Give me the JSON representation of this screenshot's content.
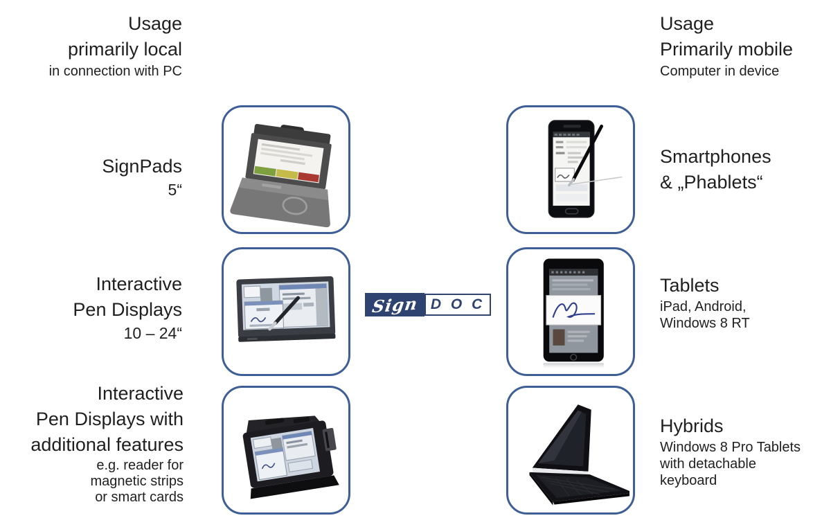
{
  "colors": {
    "box_border": "#3e5e96",
    "text": "#1f1f1f",
    "logo_navy": "#2e4370",
    "signature_blue": "#2f3f8f",
    "signpad_button_green": "#7fa03e",
    "signpad_button_yellow": "#c5bb4a",
    "signpad_button_red": "#a83a31"
  },
  "headers": {
    "left": {
      "line1": "Usage",
      "line2": "primarily local",
      "line3": "in connection with PC"
    },
    "right": {
      "line1": "Usage",
      "line2": "Primarily mobile",
      "line3": "Computer in device"
    }
  },
  "logo": {
    "sign_text": "Sign",
    "doc_text": "D O C"
  },
  "left_column": {
    "items": [
      {
        "device": "signpad",
        "title_lines": [
          "SignPads"
        ],
        "sub_lines": [
          "5“"
        ]
      },
      {
        "device": "interactive-pen-display",
        "title_lines": [
          "Interactive",
          "Pen Displays"
        ],
        "sub_lines": [
          "10 – 24“"
        ]
      },
      {
        "device": "pen-display-with-features",
        "title_lines": [
          "Interactive",
          "Pen Displays with",
          "additional features"
        ],
        "sub_lines": [
          "e.g. reader for",
          "magnetic strips",
          "or smart cards"
        ]
      }
    ]
  },
  "right_column": {
    "items": [
      {
        "device": "smartphone",
        "title_lines": [
          "Smartphones",
          "& „Phablets“"
        ],
        "sub_lines": []
      },
      {
        "device": "tablet",
        "title_lines": [
          "Tablets"
        ],
        "sub_lines": [
          "iPad, Android,",
          "Windows 8 RT"
        ]
      },
      {
        "device": "hybrid",
        "title_lines": [
          "Hybrids"
        ],
        "sub_lines": [
          "Windows 8 Pro Tablets",
          "with detachable",
          "keyboard"
        ]
      }
    ]
  }
}
